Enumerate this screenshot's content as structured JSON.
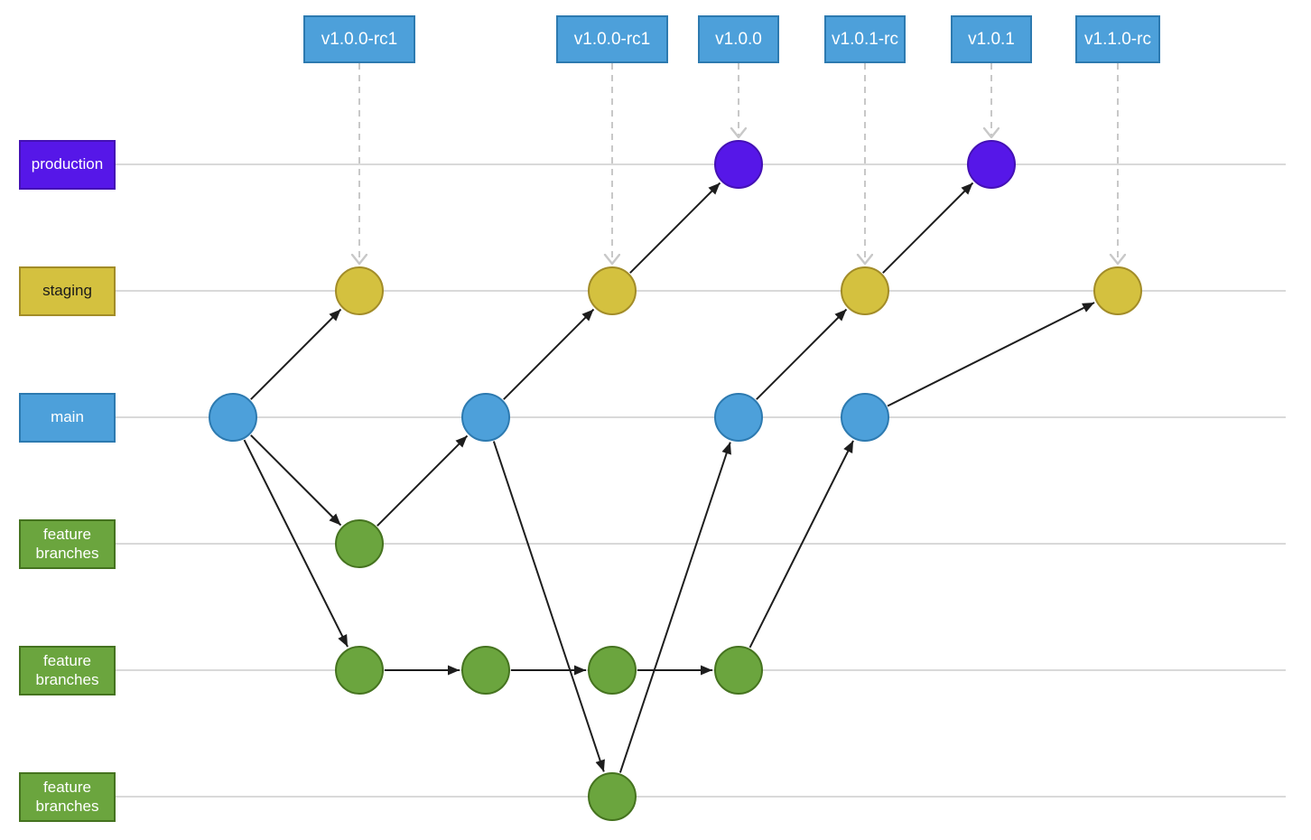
{
  "diagram_type": "git-branching-release-flow",
  "colors": {
    "production": {
      "fill": "#5617e8",
      "stroke": "#4411b5",
      "text": "#ffffff"
    },
    "staging": {
      "fill": "#d4c13f",
      "stroke": "#a28c28",
      "text": "#1a1a1a"
    },
    "main": {
      "fill": "#4da0da",
      "stroke": "#2d7ab0",
      "text": "#ffffff"
    },
    "feature": {
      "fill": "#6ba53e",
      "stroke": "#45731f",
      "text": "#ffffff"
    },
    "tag": {
      "fill": "#4da0da",
      "stroke": "#2d7ab0",
      "text": "#ffffff"
    },
    "edge": "#1d1d1d",
    "lane_line": "#d9d9d9",
    "tag_arrow": "#c8c8c8"
  },
  "lanes": [
    {
      "id": "production",
      "label": "production",
      "color": "production",
      "row": 0
    },
    {
      "id": "staging",
      "label": "staging",
      "color": "staging",
      "row": 1
    },
    {
      "id": "main",
      "label": "main",
      "color": "main",
      "row": 2
    },
    {
      "id": "feature-1",
      "label": "feature\nbranches",
      "color": "feature",
      "row": 3
    },
    {
      "id": "feature-2",
      "label": "feature\nbranches",
      "color": "feature",
      "row": 4
    },
    {
      "id": "feature-3",
      "label": "feature\nbranches",
      "color": "feature",
      "row": 5
    }
  ],
  "commits": [
    {
      "id": "main-0",
      "lane": "main",
      "col": 0
    },
    {
      "id": "staging-1",
      "lane": "staging",
      "col": 1
    },
    {
      "id": "feature1-1",
      "lane": "feature-1",
      "col": 1
    },
    {
      "id": "feature2-1",
      "lane": "feature-2",
      "col": 1
    },
    {
      "id": "main-2",
      "lane": "main",
      "col": 2
    },
    {
      "id": "feature2-2",
      "lane": "feature-2",
      "col": 2
    },
    {
      "id": "staging-3",
      "lane": "staging",
      "col": 3
    },
    {
      "id": "feature2-3",
      "lane": "feature-2",
      "col": 3
    },
    {
      "id": "feature3-3",
      "lane": "feature-3",
      "col": 3
    },
    {
      "id": "production-4",
      "lane": "production",
      "col": 4
    },
    {
      "id": "main-4",
      "lane": "main",
      "col": 4
    },
    {
      "id": "feature2-4",
      "lane": "feature-2",
      "col": 4
    },
    {
      "id": "staging-5",
      "lane": "staging",
      "col": 5
    },
    {
      "id": "main-5",
      "lane": "main",
      "col": 5
    },
    {
      "id": "production-6",
      "lane": "production",
      "col": 6
    },
    {
      "id": "staging-7",
      "lane": "staging",
      "col": 7
    }
  ],
  "edges": [
    {
      "from": "main-0",
      "to": "staging-1"
    },
    {
      "from": "main-0",
      "to": "feature1-1"
    },
    {
      "from": "main-0",
      "to": "feature2-1"
    },
    {
      "from": "feature1-1",
      "to": "main-2"
    },
    {
      "from": "main-2",
      "to": "staging-3"
    },
    {
      "from": "main-2",
      "to": "feature3-3"
    },
    {
      "from": "feature2-1",
      "to": "feature2-2"
    },
    {
      "from": "feature2-2",
      "to": "feature2-3"
    },
    {
      "from": "feature2-3",
      "to": "feature2-4"
    },
    {
      "from": "staging-3",
      "to": "production-4"
    },
    {
      "from": "feature3-3",
      "to": "main-4"
    },
    {
      "from": "feature2-4",
      "to": "main-5"
    },
    {
      "from": "main-4",
      "to": "staging-5"
    },
    {
      "from": "staging-5",
      "to": "production-6"
    },
    {
      "from": "main-5",
      "to": "staging-7"
    }
  ],
  "tags": [
    {
      "label": "v1.0.0-rc1",
      "col": 1,
      "target": "staging-1"
    },
    {
      "label": "v1.0.0-rc1",
      "col": 3,
      "target": "staging-3"
    },
    {
      "label": "v1.0.0",
      "col": 4,
      "target": "production-4"
    },
    {
      "label": "v1.0.1-rc",
      "col": 5,
      "target": "staging-5"
    },
    {
      "label": "v1.0.1",
      "col": 6,
      "target": "production-6"
    },
    {
      "label": "v1.1.0-rc",
      "col": 7,
      "target": "staging-7"
    }
  ]
}
